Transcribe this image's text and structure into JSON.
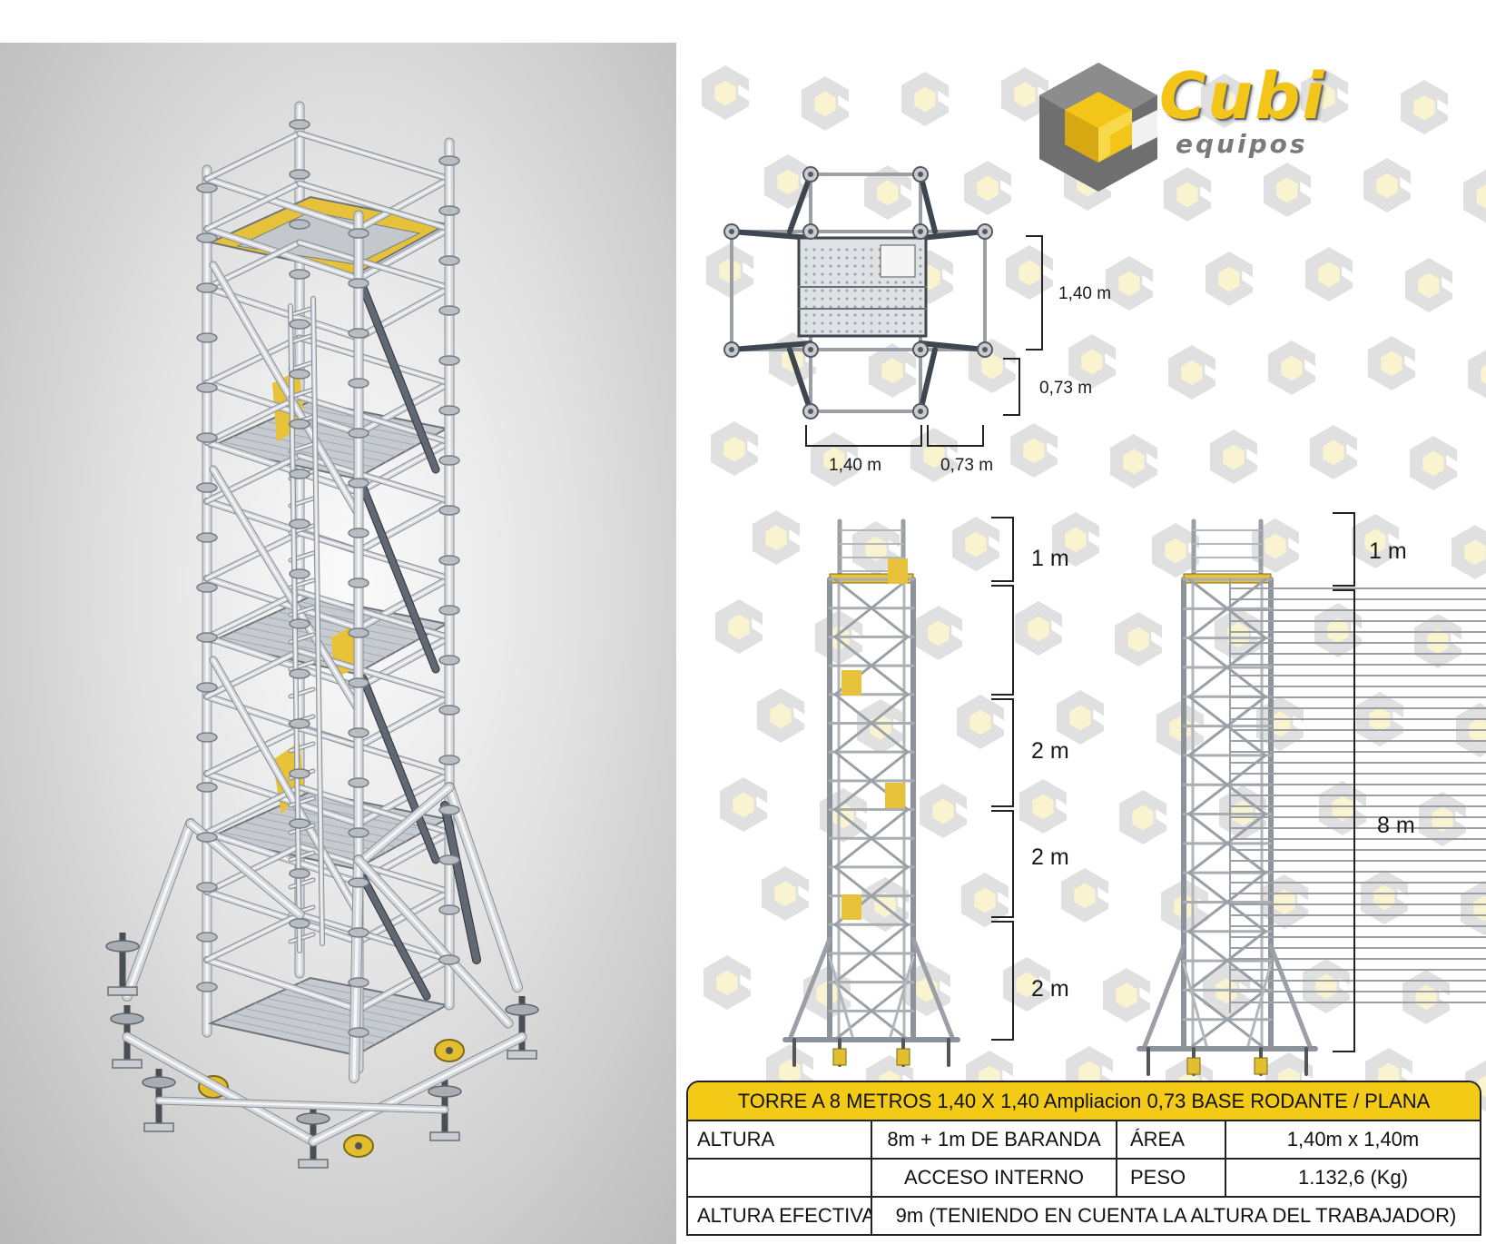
{
  "brand": {
    "name": "Cubi",
    "subtitle": "equipos",
    "colors": {
      "yellow": "#f3c519",
      "gray": "#6b6b6b",
      "light_gray": "#d9d9d9"
    }
  },
  "plan_dimensions": {
    "side_vertical_main": "1,40 m",
    "side_vertical_ext": "0,73 m",
    "bottom_main": "1,40 m",
    "bottom_ext": "0,73 m"
  },
  "front_elevation": {
    "segments": [
      "1 m",
      "2 m",
      "2 m",
      "2 m"
    ]
  },
  "side_elevation": {
    "top": "1 m",
    "total": "8 m"
  },
  "spec": {
    "title": "TORRE A 8 METROS 1,40 X 1,40 Ampliacion 0,73 BASE RODANTE / PLANA",
    "rows": [
      {
        "c1": "ALTURA",
        "c2": "8m + 1m DE BARANDA",
        "c3": "ÁREA",
        "c4": "1,40m x 1,40m"
      },
      {
        "c1": "",
        "c2": "ACCESO INTERNO",
        "c3": "PESO",
        "c4": "1.132,6 (Kg)"
      }
    ],
    "effective": {
      "label": "ALTURA EFECTIVA",
      "value": "9m (TENIENDO EN CUENTA LA ALTURA DEL TRABAJADOR)"
    }
  }
}
